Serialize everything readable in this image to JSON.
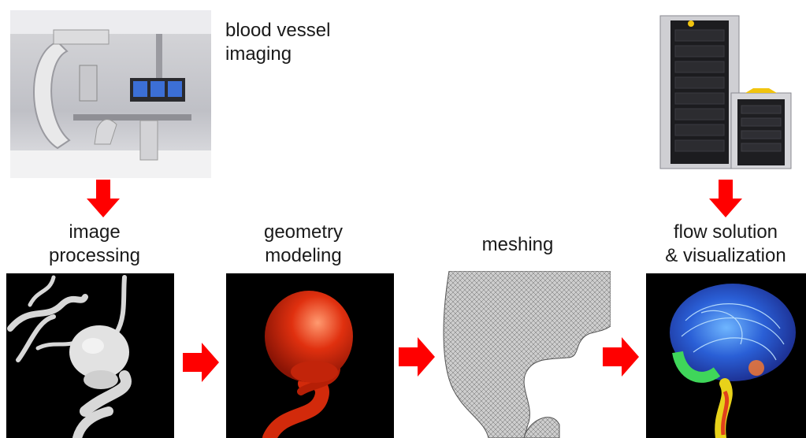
{
  "steps": {
    "imaging": {
      "line1": "blood vessel",
      "line2": "imaging"
    },
    "processing": {
      "line1": "image",
      "line2": "processing"
    },
    "modeling": {
      "line1": "geometry",
      "line2": "modeling"
    },
    "meshing": {
      "line1": "meshing"
    },
    "flow": {
      "line1": "flow solution",
      "line2": "& visualization"
    }
  },
  "colors": {
    "arrow": "#ff0000",
    "panel_bg": "#000000",
    "vessel_red": "#d61e0a",
    "mesh_gray": "#c9c9c9"
  },
  "icons": {
    "scanner": "angiography-scanner-image",
    "computer": "supercomputer-image",
    "arrow_down": "down-arrow-icon",
    "arrow_right": "right-arrow-icon"
  }
}
